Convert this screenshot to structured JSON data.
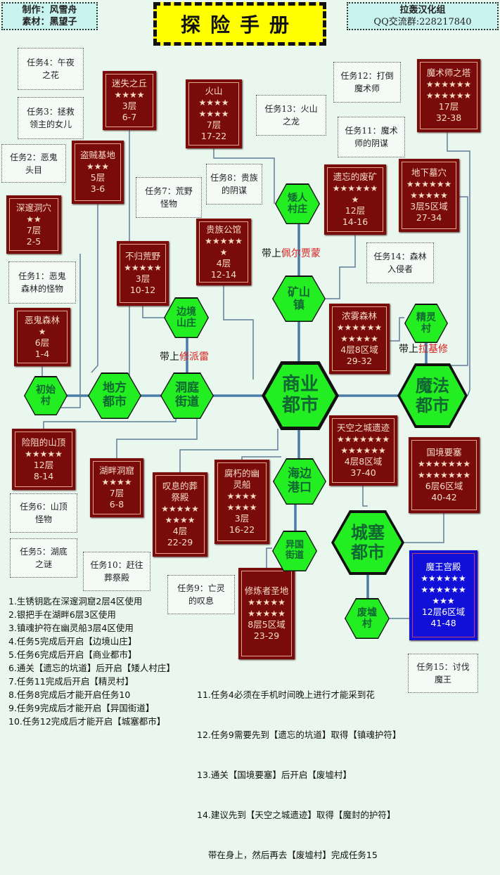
{
  "header": {
    "left": [
      "制作：风雪舟",
      "素材：黑望子"
    ],
    "title": "探险手册",
    "right": [
      "拉轰汉化组",
      "QQ交流群:228217840"
    ]
  },
  "colors": {
    "background": "#e9f7ee",
    "dungeon": "#7a0b0b",
    "final_dungeon": "#1010d8",
    "town": "#22ee22",
    "title_bg": "#ffff00",
    "highlight": "#d62020"
  },
  "dungeons": [
    {
      "name": [
        "迷失之丘"
      ],
      "stars": [
        "★★★★"
      ],
      "floors": "3层",
      "levels": "6-7"
    },
    {
      "name": [
        "火山"
      ],
      "stars": [
        "★★★★",
        "★★★★"
      ],
      "floors": "7层",
      "levels": "17-22"
    },
    {
      "name": [
        "盗贼基地"
      ],
      "stars": [
        "★★★"
      ],
      "floors": "5层",
      "levels": "3-6"
    },
    {
      "name": [
        "深邃洞穴"
      ],
      "stars": [
        "★★"
      ],
      "floors": "7层",
      "levels": "2-5"
    },
    {
      "name": [
        "贵族公馆"
      ],
      "stars": [
        "★★★★★",
        "★"
      ],
      "floors": "4层",
      "levels": "12-14"
    },
    {
      "name": [
        "不归荒野"
      ],
      "stars": [
        "★★★★★"
      ],
      "floors": "3层",
      "levels": "10-12"
    },
    {
      "name": [
        "恶鬼森林"
      ],
      "stars": [
        "★"
      ],
      "floors": "6层",
      "levels": "1-4"
    },
    {
      "name": [
        "遗忘的废矿"
      ],
      "stars": [
        "★★★★★★",
        "★"
      ],
      "floors": "12层",
      "levels": "14-16"
    },
    {
      "name": [
        "地下墓穴"
      ],
      "stars": [
        "★★★★★★",
        "★★★★★"
      ],
      "floors": "3层5区域",
      "levels": "27-34"
    },
    {
      "name": [
        "魔术师之塔"
      ],
      "stars": [
        "★★★★★★",
        "★★★★★★"
      ],
      "floors": "17层",
      "levels": "32-38"
    },
    {
      "name": [
        "浓雾森林"
      ],
      "stars": [
        "★★★★★★",
        "★★★★★"
      ],
      "floors": "4层8区域",
      "levels": "29-32"
    },
    {
      "name": [
        "天空之城遗迹"
      ],
      "stars": [
        "★★★★★★★",
        "★★★★★★"
      ],
      "floors": "4层8区域",
      "levels": "37-40"
    },
    {
      "name": [
        "国境要塞"
      ],
      "stars": [
        "★★★★★★★",
        "★★★★★★★"
      ],
      "floors": "6层6区域",
      "levels": "40-42"
    },
    {
      "name": [
        "险阻的山顶"
      ],
      "stars": [
        "★★★★★"
      ],
      "floors": "12层",
      "levels": "8-14"
    },
    {
      "name": [
        "湖畔洞窟"
      ],
      "stars": [
        "★★★★"
      ],
      "floors": "7层",
      "levels": "6-8"
    },
    {
      "name": [
        "叹息的葬",
        "祭殿"
      ],
      "stars": [
        "★★★★★",
        "★★★★"
      ],
      "floors": "4层",
      "levels": "22-29"
    },
    {
      "name": [
        "腐朽的幽",
        "灵船"
      ],
      "stars": [
        "★★★★",
        "★★★★"
      ],
      "floors": "3层",
      "levels": "16-22"
    },
    {
      "name": [
        "修炼者圣地"
      ],
      "stars": [
        "★★★★★",
        "★★★★★"
      ],
      "floors": "8层5区域",
      "levels": "23-29"
    },
    {
      "name": [
        "魔王宫殿"
      ],
      "stars": [
        "★★★★★★",
        "★★★★★★",
        "★★★"
      ],
      "floors": "12层6区域",
      "levels": "41-48"
    }
  ],
  "towns": [
    {
      "name": [
        "初始",
        "村"
      ]
    },
    {
      "name": [
        "地方",
        "都市"
      ]
    },
    {
      "name": [
        "洞庭",
        "街道"
      ]
    },
    {
      "name": [
        "边境",
        "山庄"
      ]
    },
    {
      "name": [
        "矮人",
        "村庄"
      ]
    },
    {
      "name": [
        "矿山",
        "镇"
      ]
    },
    {
      "name": [
        "商业",
        "都市"
      ]
    },
    {
      "name": [
        "魔法",
        "都市"
      ]
    },
    {
      "name": [
        "精灵",
        "村"
      ]
    },
    {
      "name": [
        "海边",
        "港口"
      ]
    },
    {
      "name": [
        "异国",
        "街道"
      ]
    },
    {
      "name": [
        "城塞",
        "都市"
      ]
    },
    {
      "name": [
        "废墟",
        "村"
      ]
    }
  ],
  "quests": [
    {
      "title": "任务4：午夜",
      "desc": "之花"
    },
    {
      "title": "任务3：拯救",
      "desc": "领主的女儿"
    },
    {
      "title": "任务2：恶鬼",
      "desc": "头目"
    },
    {
      "title": "任务7：荒野",
      "desc": "怪物"
    },
    {
      "title": "任务8：贵族",
      "desc": "的阴谋"
    },
    {
      "title": "任务13：火山",
      "desc": "之龙"
    },
    {
      "title": "任务12：打倒",
      "desc": "魔术师"
    },
    {
      "title": "任务11：魔术",
      "desc": "师的阴谋"
    },
    {
      "title": "任务14：森林",
      "desc": "入侵者"
    },
    {
      "title": "任务1：恶鬼",
      "desc": "森林的怪物"
    },
    {
      "title": "任务6：山顶",
      "desc": "怪物"
    },
    {
      "title": "任务5：湖底",
      "desc": "之谜"
    },
    {
      "title": "任务10：赶往",
      "desc": "葬祭殿"
    },
    {
      "title": "任务9：亡灵",
      "desc": "的叹息"
    },
    {
      "title": "任务15：讨伐",
      "desc": "魔王"
    }
  ],
  "companions": [
    {
      "prefix": "带上",
      "name": "佩尔贾蒙"
    },
    {
      "prefix": "带上",
      "name": "修派雷"
    },
    {
      "prefix": "带上",
      "name": "拉基修"
    }
  ],
  "notes_left": [
    "1.生锈钥匙在深邃洞窟2层4区使用",
    "2.银把手在湖畔6层3区使用",
    "3.镇魂护符在幽灵船3层4区使用",
    "4.任务5完成后开启【边境山庄】",
    "5.任务6完成后开启【商业都市】",
    "6.通关【遗忘的坑道】后开启【矮人村庄】",
    "7.任务11完成后开启【精灵村】",
    "8.任务8完成后才能开启任务10",
    "9.任务9完成后才能开启【异国街道】",
    "10.任务12完成后才能开启【城塞都市】"
  ],
  "notes_right": [
    "11.任务4必须在手机时间晚上进行才能采到花",
    "12.任务9需要先到【遗忘的坑道】取得【镇魂护符】",
    "13.通关【国境要塞】后开启【废墟村】",
    "14.建议先到【天空之城遗迹】取得【魔封的护符】",
    "    带在身上，然后再去【废墟村】完成任务15"
  ]
}
